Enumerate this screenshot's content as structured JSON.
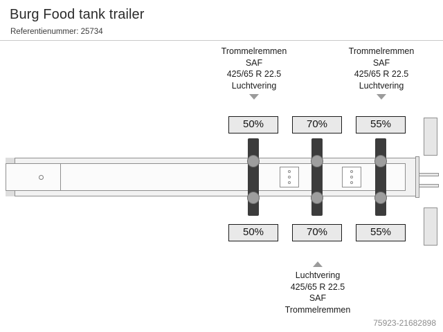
{
  "header": {
    "title": "Burg Food tank trailer",
    "reference_label": "Referentienummer: 25734"
  },
  "watermark": "75923-21682898",
  "annotations": {
    "top_left": {
      "line1": "Trommelremmen",
      "line2": "SAF",
      "line3": "425/65 R 22.5",
      "line4": "Luchtvering"
    },
    "top_right": {
      "line1": "Trommelremmen",
      "line2": "SAF",
      "line3": "425/65 R 22.5",
      "line4": "Luchtvering"
    },
    "bottom": {
      "line1": "Luchtvering",
      "line2": "425/65 R 22.5",
      "line3": "SAF",
      "line4": "Trommelremmen"
    }
  },
  "axles": {
    "top_labels": [
      "50%",
      "70%",
      "55%"
    ],
    "bottom_labels": [
      "50%",
      "70%",
      "55%"
    ]
  },
  "colors": {
    "axle": "#3c3c3c",
    "hub": "#9e9e9e",
    "box_fill": "#e9e9e9",
    "outline": "#1a1a1a",
    "arrow": "#9b9b9b",
    "watermark": "#8d8d8d"
  }
}
